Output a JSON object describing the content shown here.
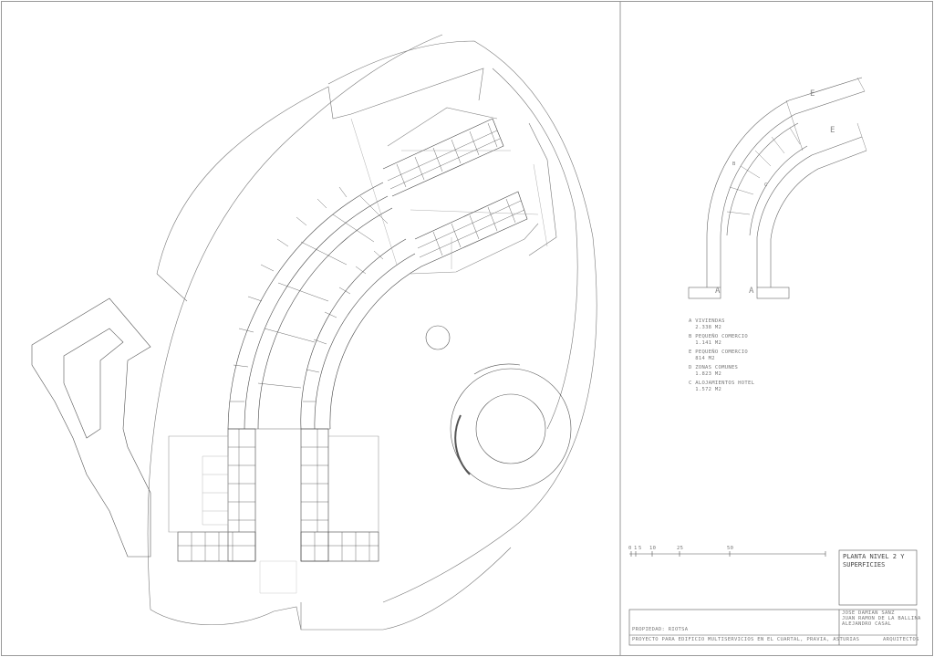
{
  "sheet_title": "PLANTA NIVEL 2 Y SUPERFICIES",
  "areas": [
    {
      "label": "A  VIVIENDAS",
      "value": "2.338  M2"
    },
    {
      "label": "B  PEQUEÑO  COMERCIO",
      "value": "1.141  M2"
    },
    {
      "label": "E  PEQUEÑO  COMERCIO",
      "value": "814  M2"
    },
    {
      "label": "D  ZONAS  COMUNES",
      "value": "1.823  M2"
    },
    {
      "label": "C  ALOJAMIENTOS  HOTEL",
      "value": "1.572  M2"
    }
  ],
  "key_plan_letters": [
    "A",
    "A",
    "E",
    "E",
    "B",
    "C"
  ],
  "scale_bar": [
    "0",
    "1",
    "5",
    "10",
    "25",
    "50"
  ],
  "title_block": {
    "owner": "PROPIEDAD: RIOTSA",
    "project": "PROYECTO PARA EDIFICIO MULTISERVICIOS EN EL CUARTAL, PRAVIA, ASTURIAS",
    "architects": [
      "JOSE DAMIAN SANZ",
      "JUAN RAMON DE LA BALLINA",
      "ALEJANDRO CASAL"
    ],
    "role": "ARQUITECTOS"
  }
}
